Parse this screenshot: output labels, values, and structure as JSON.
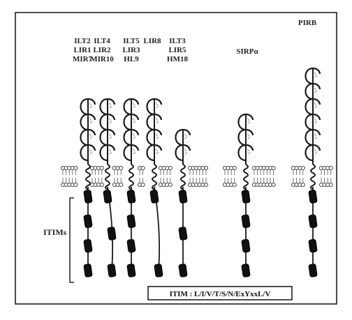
{
  "receptors": [
    {
      "labels": [
        "ILT2",
        "LIR1",
        "MIR7"
      ],
      "ig_domains": 4,
      "itims": 4
    },
    {
      "labels": [
        "ILT4",
        "LIR2",
        "MIR10"
      ],
      "ig_domains": 4,
      "itims": 3
    },
    {
      "labels": [
        "ILT5",
        "LIR3",
        "HL9"
      ],
      "ig_domains": 4,
      "itims": 4
    },
    {
      "labels": [
        "LIR8"
      ],
      "ig_domains": 4,
      "itims": 2
    },
    {
      "labels": [
        "ILT3",
        "LIR5",
        "HM18"
      ],
      "ig_domains": 2,
      "itims": 3
    },
    {
      "labels": [
        "SIRPα"
      ],
      "ig_domains": 3,
      "itims": 4
    },
    {
      "labels": [
        "PIRB"
      ],
      "ig_domains": 6,
      "itims": 4
    }
  ],
  "itims_label": "ITIMs",
  "motif_box": "ITIM : L/I/V/T/S/N/ExYxxL/V",
  "colors": {
    "line": "#1a1a1a",
    "itim_fill": "#111111",
    "border": "#000000"
  }
}
